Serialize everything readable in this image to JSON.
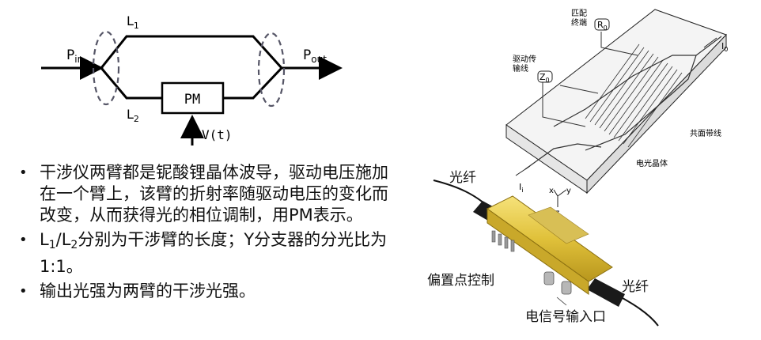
{
  "mz_diagram": {
    "p_in_label": "P",
    "p_in_sub": "in",
    "p_out_label": "P",
    "p_out_sub": "out",
    "l1_label": "L",
    "l1_sub": "1",
    "l2_label": "L",
    "l2_sub": "2",
    "pm_label": "PM",
    "voltage_label": "V(t)"
  },
  "bullets": [
    {
      "text": "干涉仪两臂都是铌酸锂晶体波导，驱动电压施加在一个臂上，该臂的折射率随驱动电压的变化而改变，从而获得光的相位调制，用PM表示。"
    },
    {
      "pre": "L",
      "s1": "1",
      "mid": "/L",
      "s2": "2",
      "post": "分别为干涉臂的长度；Y分支器的分光比为1:1。"
    },
    {
      "text": "输出光强为两臂的干涉光强。"
    }
  ],
  "chip_diagram": {
    "matched_termination": "匹配\n终端",
    "r0": "R",
    "r0_sub": "0",
    "drive_line": "驱动传\n输线",
    "z0": "Z",
    "z0_sub": "0",
    "io": "I",
    "io_sub": "0",
    "ii": "I",
    "ii_sub": "i",
    "coplanar": "共面带线",
    "eo_crystal": "电光晶体",
    "axis_x": "x",
    "axis_y": "y",
    "axis_z": "z"
  },
  "device_photo": {
    "fiber_top": "光纤",
    "bias_control": "偏置点控制",
    "fiber_right": "光纤",
    "rf_input": "电信号输入口"
  }
}
